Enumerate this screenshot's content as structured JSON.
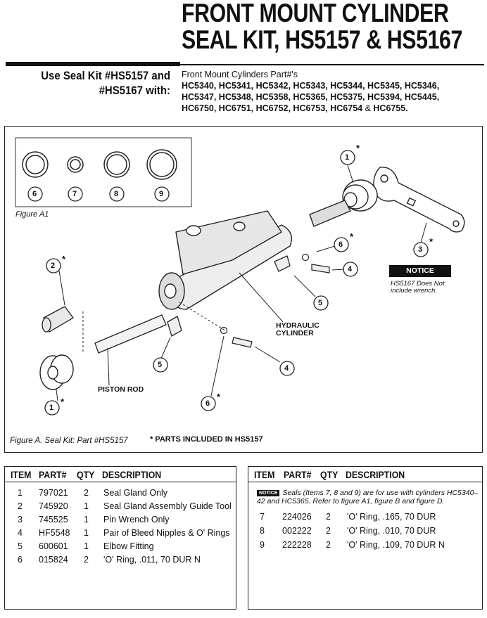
{
  "header": {
    "title_line1": "FRONT MOUNT CYLINDER",
    "title_line2": "SEAL KIT, HS5157 & HS5167"
  },
  "use_section": {
    "label_line1": "Use Seal Kit #HS5157 and",
    "label_line2": "#HS5167 with:",
    "intro": "Front Mount Cylinders Part#'s",
    "parts_lines": [
      "HC5340, HC5341, HC5342, HC5343, HC5344, HC5345, HC5346,",
      "HC5347, HC5348, HC5358, HC5365, HC5375, HC5394, HC5445,"
    ],
    "parts_last_a": "HC6750, HC6751, HC6752, HC6753, HC6754",
    "parts_last_amp": " & ",
    "parts_last_b": "HC6755."
  },
  "figure": {
    "caption": "Figure A. Seal Kit: Part #HS5157",
    "star_note": "* PARTS INCLUDED IN HS5157",
    "figure_a1": "Figure A1",
    "notice_label": "NOTICE",
    "notice_text": "HS5167 Does Not include wrench.",
    "label_hydraulic": "HYDRAULIC",
    "label_cylinder": "CYLINDER",
    "label_piston_rod": "PISTON ROD",
    "callouts": {
      "n1": "1",
      "n2": "2",
      "n3": "3",
      "n4": "4",
      "n5": "5",
      "n6": "6",
      "n7": "7",
      "n8": "8",
      "n9": "9"
    },
    "star": "*"
  },
  "table_left": {
    "headers": [
      "ITEM",
      "PART#",
      "QTY",
      "DESCRIPTION"
    ],
    "rows": [
      {
        "item": "1",
        "part": "797021",
        "qty": "2",
        "desc": "Seal Gland Only"
      },
      {
        "item": "2",
        "part": "745920",
        "qty": "1",
        "desc": "Seal Gland Assembly Guide Tool"
      },
      {
        "item": "3",
        "part": "745525",
        "qty": "1",
        "desc": "Pin Wrench Only"
      },
      {
        "item": "4",
        "part": "HF5548",
        "qty": "1",
        "desc": "Pair of Bleed Nipples & O' Rings"
      },
      {
        "item": "5",
        "part": "600601",
        "qty": "1",
        "desc": "Elbow Fitting"
      },
      {
        "item": "6",
        "part": "015824",
        "qty": "2",
        "desc": "'O' Ring, .011, 70 DUR N"
      }
    ]
  },
  "table_right": {
    "headers": [
      "ITEM",
      "PART#",
      "QTY",
      "DESCRIPTION"
    ],
    "notice_chip": "NOTICE",
    "notice_text": "Seals (Items 7, 8 and 9) are for use with cylinders HC5340–42 and HC5365. Refer to figure A1, figure B and figure D.",
    "rows": [
      {
        "item": "7",
        "part": "224026",
        "qty": "2",
        "desc": "'O' Ring, .165, 70 DUR"
      },
      {
        "item": "8",
        "part": "002222",
        "qty": "2",
        "desc": "'O' Ring, .010, 70 DUR"
      },
      {
        "item": "9",
        "part": "222228",
        "qty": "2",
        "desc": "'O' Ring, .109, 70 DUR N"
      }
    ]
  }
}
